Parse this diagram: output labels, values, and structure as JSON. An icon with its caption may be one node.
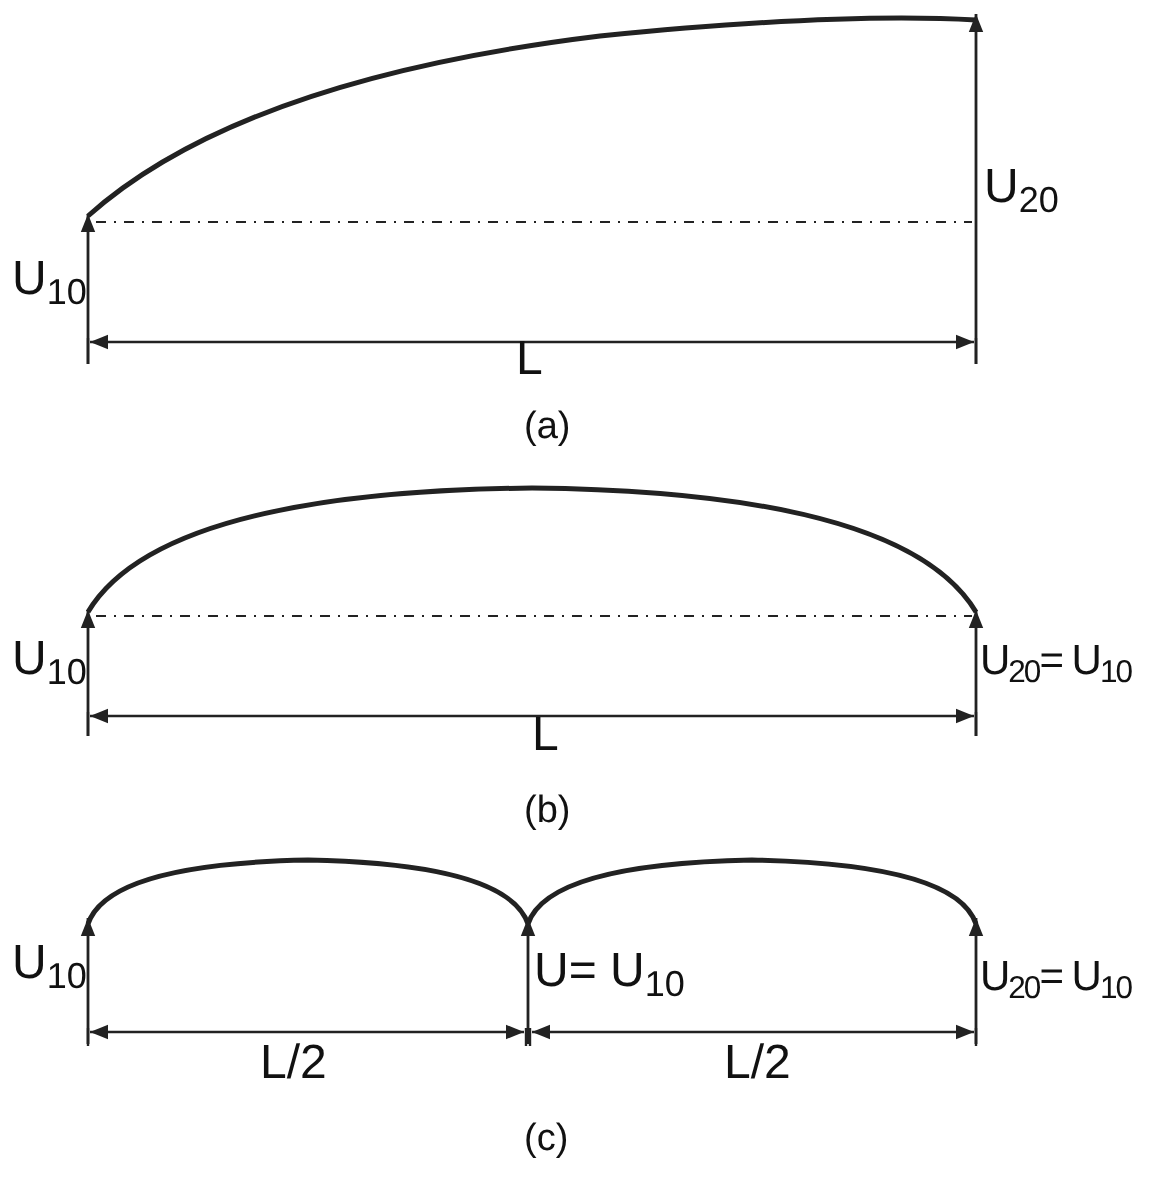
{
  "diagram": {
    "labels": [
      "U$_{10}$",
      "U$_{20}$",
      "L",
      "(a)",
      "U$_{10}$",
      "U$_{20}$= U$_{10}$",
      "L",
      "(b)",
      "U$_{10}$",
      "U= U$_{10}$",
      "U$_{20}$= U$_{10}$",
      "L/2",
      "L/2",
      "(c)"
    ]
  }
}
